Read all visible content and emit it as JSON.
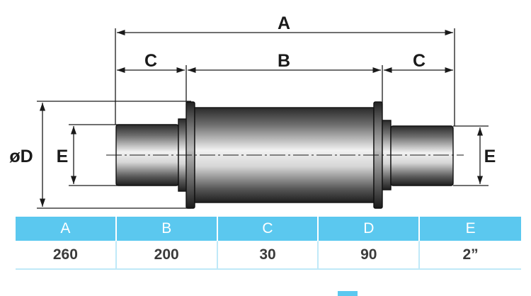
{
  "drawing": {
    "labels": {
      "overall_length": "A",
      "body_length": "B",
      "journal_length_left": "C",
      "journal_length_right": "C",
      "outer_diameter": "øD",
      "journal_diameter_left": "E",
      "journal_diameter_right": "E"
    },
    "colors": {
      "line": "#1a1a1a",
      "metal_dark": "#2a2a2a",
      "metal_light": "#f2f2f2"
    }
  },
  "table": {
    "headers": [
      "A",
      "B",
      "C",
      "D",
      "E"
    ],
    "values": [
      "260",
      "200",
      "30",
      "90",
      "2”"
    ],
    "colors": {
      "header_bg": "#5bc8ef",
      "header_text": "#ffffff",
      "value_text": "#3a3a3a",
      "border": "#bfe9f8"
    }
  }
}
